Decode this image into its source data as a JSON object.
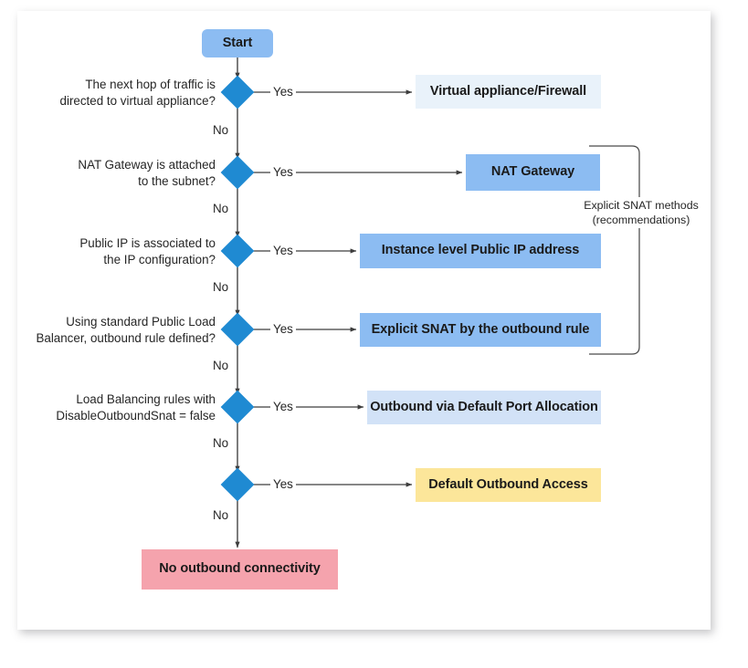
{
  "diagram": {
    "title": "Azure outbound connectivity decision flowchart",
    "colors": {
      "diamond": "#1f8ad2",
      "blue_mid": "#8cbcf2",
      "blue_pale": "#e9f2fa",
      "blue_light": "#d2e2f7",
      "yellow": "#fce69a",
      "pink": "#f5a3ad",
      "connector": "#404040",
      "card_background": "#ffffff"
    },
    "start": {
      "label": "Start"
    },
    "yes_label": "Yes",
    "no_label": "No",
    "decisions": [
      {
        "id": "nva",
        "question_line1": "The next hop of traffic is",
        "question_line2": "directed to virtual appliance?",
        "yes_label": "Yes",
        "no_label": "No"
      },
      {
        "id": "natgw",
        "question_line1": "NAT Gateway is attached",
        "question_line2": "to the subnet?",
        "yes_label": "Yes",
        "no_label": "No"
      },
      {
        "id": "pip",
        "question_line1": "Public IP is associated to",
        "question_line2": "the IP configuration?",
        "yes_label": "Yes",
        "no_label": "No"
      },
      {
        "id": "outbound-rule",
        "question_line1": "Using standard Public Load",
        "question_line2": "Balancer, outbound rule defined?",
        "yes_label": "Yes",
        "no_label": "No"
      },
      {
        "id": "lb-rules",
        "question_line1": "Load Balancing rules with",
        "question_line2": "DisableOutboundSnat = false",
        "yes_label": "Yes",
        "no_label": "No"
      },
      {
        "id": "default-access",
        "question_line1": "",
        "question_line2": "",
        "yes_label": "Yes",
        "no_label": "No"
      }
    ],
    "outcomes": [
      {
        "id": "nva",
        "label": "Virtual appliance/Firewall",
        "color": "blue_pale"
      },
      {
        "id": "natgw",
        "label": "NAT Gateway",
        "color": "blue_mid"
      },
      {
        "id": "pip",
        "label": "Instance level Public IP address",
        "color": "blue_mid"
      },
      {
        "id": "outbound-rule",
        "label": "Explicit SNAT by the outbound rule",
        "color": "blue_mid"
      },
      {
        "id": "lb-rules",
        "label": "Outbound via Default Port Allocation",
        "color": "blue_light"
      },
      {
        "id": "default-access",
        "label": "Default Outbound Access",
        "color": "yellow"
      }
    ],
    "terminal": {
      "label": "No outbound connectivity",
      "color": "pink"
    },
    "bracket": {
      "line1": "Explicit SNAT methods",
      "line2": "(recommendations)"
    }
  }
}
